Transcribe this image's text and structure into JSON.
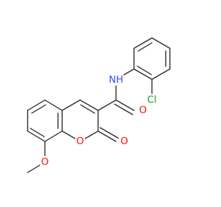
{
  "colors": {
    "bond": "#404040",
    "oxygen": "#ff0d0d",
    "nitrogen": "#3050f8",
    "chlorine": "#1fa01f",
    "background": "#ffffff"
  },
  "atoms": {
    "amide_nh": "NH",
    "amide_o": "O",
    "ring_o": "O",
    "lactone_o": "O",
    "methoxy_o": "O",
    "chlorine": "Cl"
  }
}
